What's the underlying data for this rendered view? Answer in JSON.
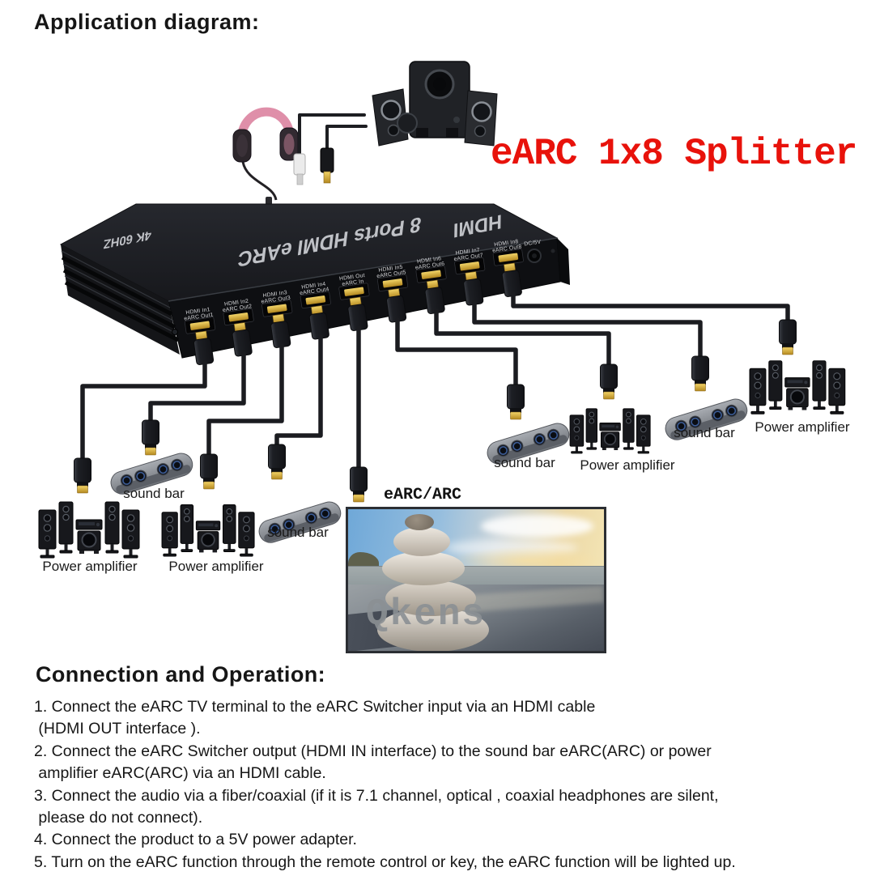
{
  "header": {
    "title": "Application diagram:"
  },
  "product": {
    "name": "eARC 1x8 Splitter",
    "accent_color": "#e8120b"
  },
  "splitter": {
    "top_label": "8 Ports HDMI eARC",
    "spec_label": "4K 60HZ",
    "logo": "HDMI",
    "power_label": "DC/5V",
    "ports": [
      {
        "line1": "HDMI In1",
        "line2": "eARC Out1"
      },
      {
        "line1": "HDMI In2",
        "line2": "eARC Out2"
      },
      {
        "line1": "HDMI In3",
        "line2": "eARC Out3"
      },
      {
        "line1": "HDMI In4",
        "line2": "eARC Out4"
      },
      {
        "line1": "HDMI Out",
        "line2": "eARC In"
      },
      {
        "line1": "HDMI In5",
        "line2": "eARC Out5"
      },
      {
        "line1": "HDMI In6",
        "line2": "eARC Out6"
      },
      {
        "line1": "HDMI In7",
        "line2": "eARC Out7"
      },
      {
        "line1": "HDMI In8",
        "line2": "eARC Out8"
      }
    ]
  },
  "labels": {
    "tv_input": "eARC/ARC",
    "watermark": "Qkens",
    "sinks": [
      "Power amplifier",
      "sound bar",
      "Power amplifier",
      "sound bar",
      "sound bar",
      "Power amplifier",
      "sound bar",
      "Power amplifier"
    ]
  },
  "operation": {
    "heading": "Connection and Operation:",
    "steps": [
      {
        "lines": [
          "1. Connect the eARC TV terminal to the eARC Switcher input via an HDMI cable",
          " (HDMI OUT interface )."
        ]
      },
      {
        "lines": [
          "2. Connect the eARC Switcher output (HDMI IN interface) to the sound bar eARC(ARC) or power",
          " amplifier eARC(ARC) via an HDMI cable."
        ]
      },
      {
        "lines": [
          "3. Connect the audio via a fiber/coaxial (if it is 7.1 channel, optical , coaxial headphones are silent,",
          " please do not connect)."
        ]
      },
      {
        "lines": [
          "4. Connect the product to a 5V power adapter."
        ]
      },
      {
        "lines": [
          "5. Turn on the eARC function through the remote control or key, the eARC function will be lighted up."
        ]
      }
    ]
  }
}
